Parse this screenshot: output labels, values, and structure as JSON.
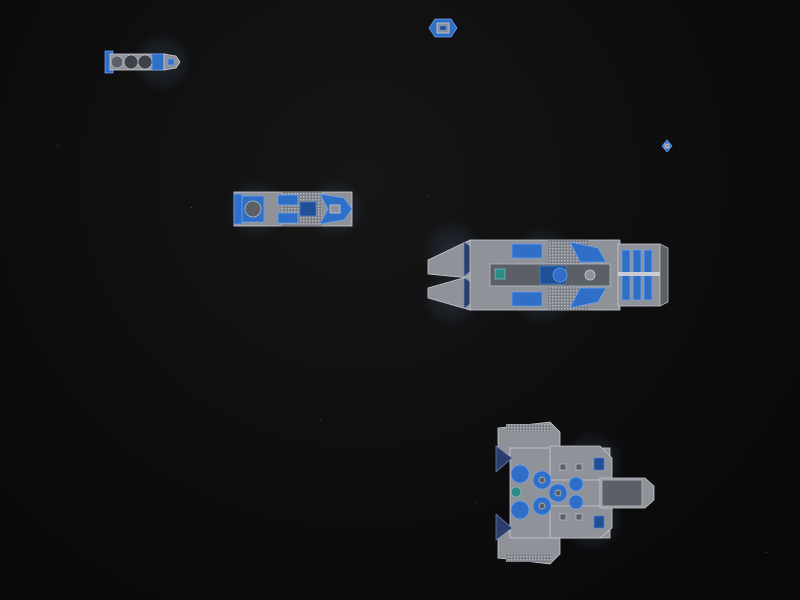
{
  "scene": {
    "type": "space battle view",
    "background_color": "#0b0b0c",
    "hull_color": "#8f9299",
    "accent_color": "#2f6fc8",
    "shield_glow_color": "#3a4a5e"
  },
  "ships": [
    {
      "id": "ship-small-top-left",
      "class": "frigate",
      "faction_color": "#2f6fc8"
    },
    {
      "id": "ship-drone-top",
      "class": "drone",
      "faction_color": "#2f6fc8"
    },
    {
      "id": "ship-tiny-right",
      "class": "fighter",
      "faction_color": "#2f6fc8"
    },
    {
      "id": "ship-medium-left",
      "class": "cruiser",
      "faction_color": "#2f6fc8"
    },
    {
      "id": "ship-large-center",
      "class": "battleship",
      "faction_color": "#2f6fc8"
    },
    {
      "id": "ship-station-bottom",
      "class": "carrier",
      "faction_color": "#2f6fc8"
    }
  ]
}
